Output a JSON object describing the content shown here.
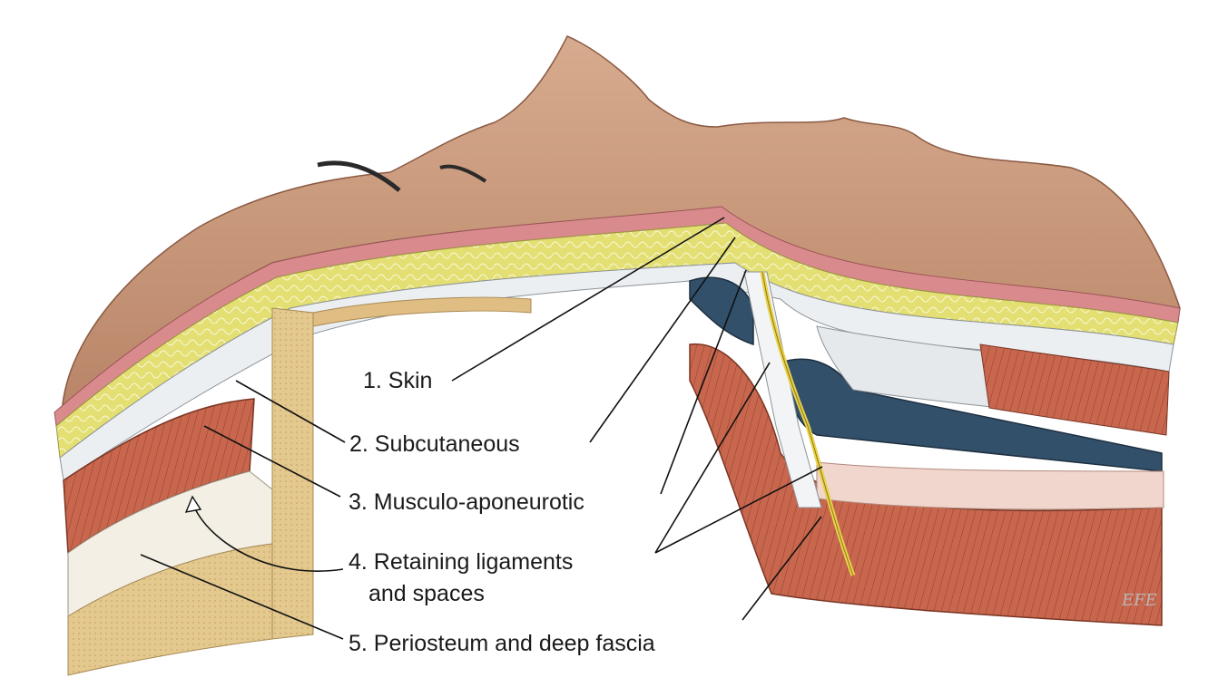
{
  "labels": {
    "skin": "1. Skin",
    "subcutaneous": "2. Subcutaneous",
    "musculo": "3. Musculo-aponeurotic",
    "retaining_line1": "4. Retaining ligaments",
    "retaining_line2": "and spaces",
    "periosteum": "5. Periosteum and deep fascia"
  },
  "signature": "EFE",
  "colors": {
    "skin_surface": "#c9987a",
    "dermis": "#d98a8c",
    "fat": "#e4e27a",
    "membrane": "#e9ecef",
    "muscle": "#c8674e",
    "bone": "#e6cf9c",
    "space_dark": "#33506b",
    "nerve": "#e8d14a"
  }
}
